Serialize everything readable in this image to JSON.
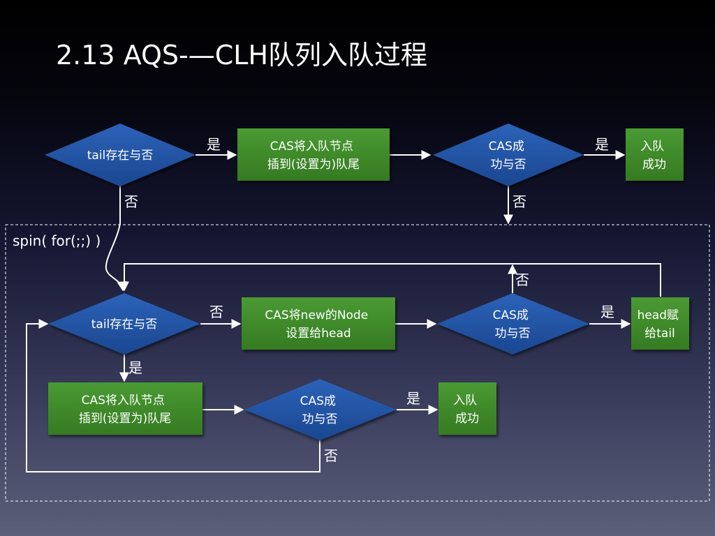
{
  "title": "2.13 AQS-—CLH队列入队过程",
  "spin_label": "spin( for(;;) )",
  "nodes": {
    "d1": [
      "tail存在与否"
    ],
    "r1": [
      "CAS将入队节点",
      "插到(设置为)队尾"
    ],
    "d2": [
      "CAS成",
      "功与否"
    ],
    "r2": [
      "入队",
      "成功"
    ],
    "d3": [
      "tail存在与否"
    ],
    "r3": [
      "CAS将new的Node",
      "设置给head"
    ],
    "d4": [
      "CAS成",
      "功与否"
    ],
    "r4": [
      "head赋",
      "给tail"
    ],
    "r5": [
      "CAS将入队节点",
      "插到(设置为)队尾"
    ],
    "d5": [
      "CAS成",
      "功与否"
    ],
    "r6": [
      "入队",
      "成功"
    ]
  },
  "edge_labels": {
    "d1_yes": "是",
    "d1_no": "否",
    "d2_yes": "是",
    "d2_no": "否",
    "d3_no": "否",
    "d3_yes": "是",
    "d4_no": "否",
    "d4_yes": "是",
    "d5_yes": "是",
    "d5_no": "否"
  },
  "colors": {
    "decision_fill": "#2255a4",
    "process_fill": "#3e8a2a",
    "connector": "#ffffff"
  }
}
